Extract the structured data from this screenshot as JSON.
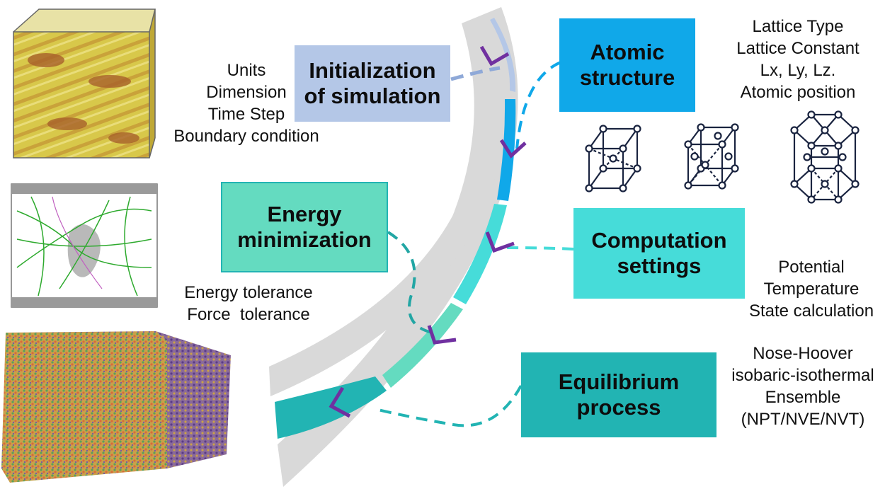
{
  "colors": {
    "init_box": "#b4c7e7",
    "atomic_box": "#10a8e9",
    "energy_box": "#64dbc0",
    "computation_box": "#46dcd9",
    "equilibrium_box": "#22b4b3",
    "arc_gray": "#d9d9d9",
    "arrow_purple": "#7030a0"
  },
  "boxes": {
    "init": {
      "line1": "Initialization",
      "line2": "of simulation"
    },
    "atomic": {
      "line1": "Atomic",
      "line2": "structure"
    },
    "energy": {
      "line1": "Energy",
      "line2": "minimization"
    },
    "computation": {
      "line1": "Computation",
      "line2": "settings"
    },
    "equilibrium": {
      "line1": "Equilibrium",
      "line2": "process"
    }
  },
  "notes": {
    "init": [
      "Units",
      "Dimension",
      "Time Step",
      "Boundary condition"
    ],
    "atomic": [
      "Lattice Type",
      "Lattice Constant",
      "Lx, Ly, Lz.",
      "Atomic position"
    ],
    "energy": [
      "Energy tolerance",
      "Force  tolerance"
    ],
    "computation": [
      "Potential",
      "Temperature",
      "State calculation"
    ],
    "equilibrium": [
      "Nose-Hoover",
      "isobaric-isothermal",
      "Ensemble",
      "(NPT/NVE/NVT)"
    ]
  },
  "images": {
    "top": "yellow-fiber-cube-render",
    "middle": "dislocation-network-render",
    "bottom": "colored-atom-block-render"
  },
  "lattices": [
    "bcc-lattice-icon",
    "fcc-lattice-icon",
    "hcp-lattice-icon"
  ]
}
